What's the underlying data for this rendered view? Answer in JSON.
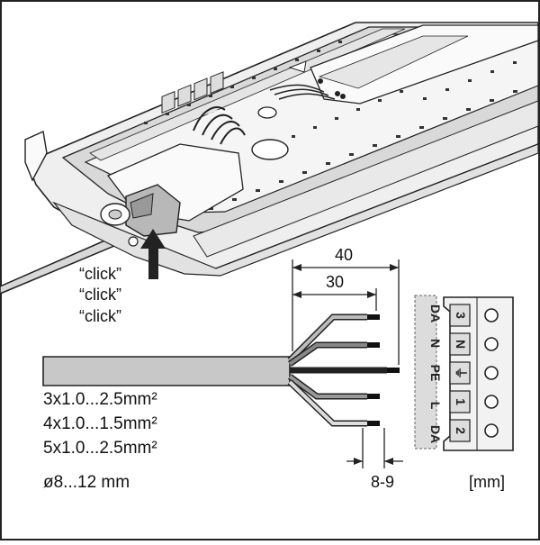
{
  "figure": {
    "click_labels": [
      "“click”",
      "“click”",
      "“click”"
    ],
    "dimensions": {
      "overall": "40",
      "strip": "30",
      "end": "8-9",
      "unit": "[mm]"
    },
    "wire_specs": [
      "3x1.0...2.5mm²",
      "4x1.0...1.5mm²",
      "5x1.0...2.5mm²",
      "ø8...12 mm"
    ],
    "label_strip": [
      "DA",
      "N",
      "PE",
      "L",
      "DA"
    ],
    "terminal_labels": [
      "3",
      "N",
      "⏚",
      "1",
      "2"
    ]
  }
}
